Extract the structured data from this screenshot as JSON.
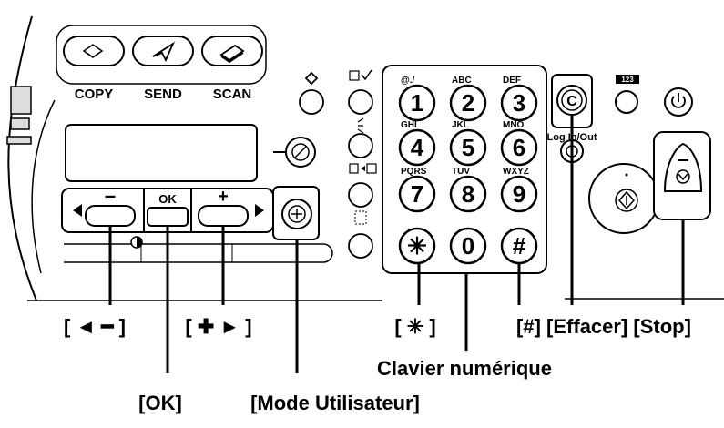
{
  "function_buttons": {
    "copy": "COPY",
    "send": "SEND",
    "scan": "SCAN"
  },
  "display_nav": {
    "minus": "–",
    "ok": "OK",
    "plus": "+"
  },
  "keypad": {
    "keys": [
      {
        "sub": "@./",
        "num": "1"
      },
      {
        "sub": "ABC",
        "num": "2"
      },
      {
        "sub": "DEF",
        "num": "3"
      },
      {
        "sub": "GHI",
        "num": "4"
      },
      {
        "sub": "JKL",
        "num": "5"
      },
      {
        "sub": "MNO",
        "num": "6"
      },
      {
        "sub": "PQRS",
        "num": "7"
      },
      {
        "sub": "TUV",
        "num": "8"
      },
      {
        "sub": "WXYZ",
        "num": "9"
      },
      {
        "sub": "",
        "num": "✳"
      },
      {
        "sub": "",
        "num": "0"
      },
      {
        "sub": "",
        "num": "#"
      }
    ]
  },
  "panel_text": {
    "clear_key": "C",
    "log_in_out": "Log In/Out",
    "counter": "123"
  },
  "callouts": {
    "minus_left": "[ ◄ ━ ]",
    "plus_right": "[ ✚ ► ]",
    "star": "[ ✳ ]",
    "hash_clear_stop": "[#] [Effacer] [Stop]",
    "keypad": "Clavier numérique",
    "ok": "[OK]",
    "user_mode": "[Mode Utilisateur]"
  }
}
